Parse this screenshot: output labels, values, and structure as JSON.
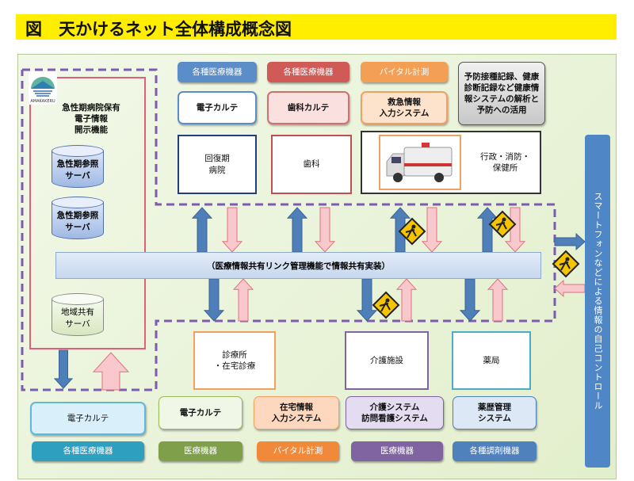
{
  "title": "図　天かけるネット全体構成概念図",
  "logo_text": "AMAKAKERU",
  "hospital_label": "急性期病院保有\n電子情報\n開示機能",
  "servers": [
    "急性期参照\nサーバ",
    "急性期参照\nサーバ",
    "地域共有\nサーバ"
  ],
  "top_labels": [
    {
      "text": "各種医療機器",
      "color": "#5b8ec9"
    },
    {
      "text": "各種医療機器",
      "color": "#cf5a56"
    },
    {
      "text": "バイタル計測",
      "color": "#f3a056"
    }
  ],
  "health_box": "予防接種記録、健康診断記録など健康情報システムの解析と予防への活用",
  "top_systems": [
    "電子カルテ",
    "歯科カルテ",
    "救急情報\n入力システム"
  ],
  "top_facilities": [
    "回復期\n病院",
    "歯科",
    "行政・消防・\n保健所"
  ],
  "center_bar": "（医療情報共有リンク管理機能で情報共有実装）",
  "side_bar": "スマートフォンなどによる情報の自己コントロール",
  "bottom_facilities": [
    "診療所\n・在宅診療",
    "介護施設",
    "薬局"
  ],
  "bottom_systems": [
    "電子カルテ",
    "電子カルテ",
    "在宅情報\n入力システム",
    "介護システム\n訪問看護システム",
    "薬歴管理\nシステム"
  ],
  "bottom_labels": [
    {
      "text": "各種医療機器",
      "color": "#2f9fbf"
    },
    {
      "text": "医療機器",
      "color": "#7f9f4a"
    },
    {
      "text": "バイタル計測",
      "color": "#f08a3a"
    },
    {
      "text": "医療機器",
      "color": "#8064a2"
    },
    {
      "text": "各種調剤機器",
      "color": "#4f81bd"
    }
  ],
  "icons": [
    "ambulance-icon",
    "construction-warning-icon"
  ]
}
